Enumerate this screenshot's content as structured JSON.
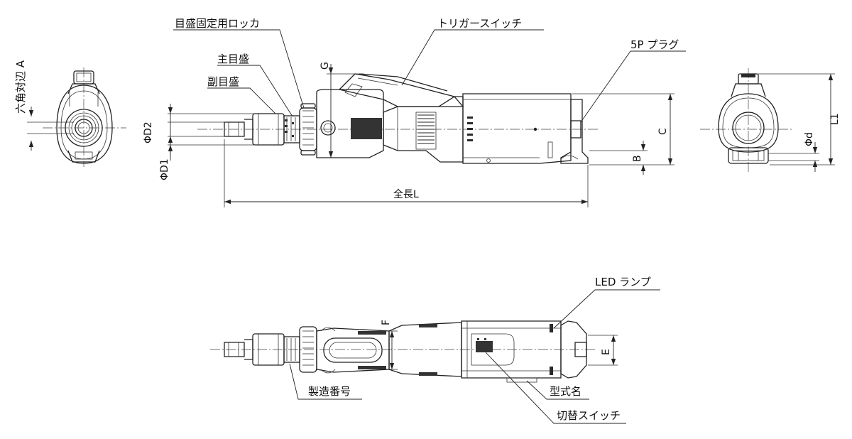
{
  "labels": {
    "scale_lock": "目盛固定用ロッカ",
    "main_scale": "主目盛",
    "sub_scale": "副目盛",
    "trigger_switch": "トリガースイッチ",
    "plug_5p": "5P プラグ",
    "hex_across_flats": "六角対辺 A",
    "led_lamp": "LED ランプ",
    "serial_number": "製造番号",
    "model_name": "型式名",
    "changeover_switch": "切替スイッチ"
  },
  "dimensions": {
    "G": "G",
    "C": "C",
    "B": "B",
    "D2": "ΦD2",
    "D1": "ΦD1",
    "total_length": "全長L",
    "L1": "L1",
    "d": "Φd",
    "F": "F",
    "E": "E"
  },
  "colors": {
    "line": "#222222",
    "background": "#ffffff"
  }
}
